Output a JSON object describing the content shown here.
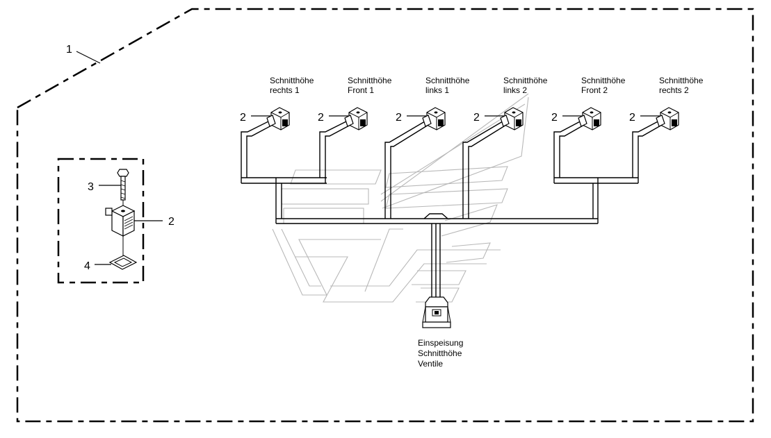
{
  "callouts": {
    "assembly": "1",
    "connector": "2",
    "screw": "3",
    "seal": "4"
  },
  "valve_labels": [
    {
      "line1": "Schnitthöhe",
      "line2": "rechts 1"
    },
    {
      "line1": "Schnitthöhe",
      "line2": "Front 1"
    },
    {
      "line1": "Schnitthöhe",
      "line2": "links 1"
    },
    {
      "line1": "Schnitthöhe",
      "line2": "links 2"
    },
    {
      "line1": "Schnitthöhe",
      "line2": "Front 2"
    },
    {
      "line1": "Schnitthöhe",
      "line2": "rechts 2"
    }
  ],
  "feed_label": {
    "line1": "Einspeisung",
    "line2": "Schnitthöhe",
    "line3": "Ventile"
  }
}
